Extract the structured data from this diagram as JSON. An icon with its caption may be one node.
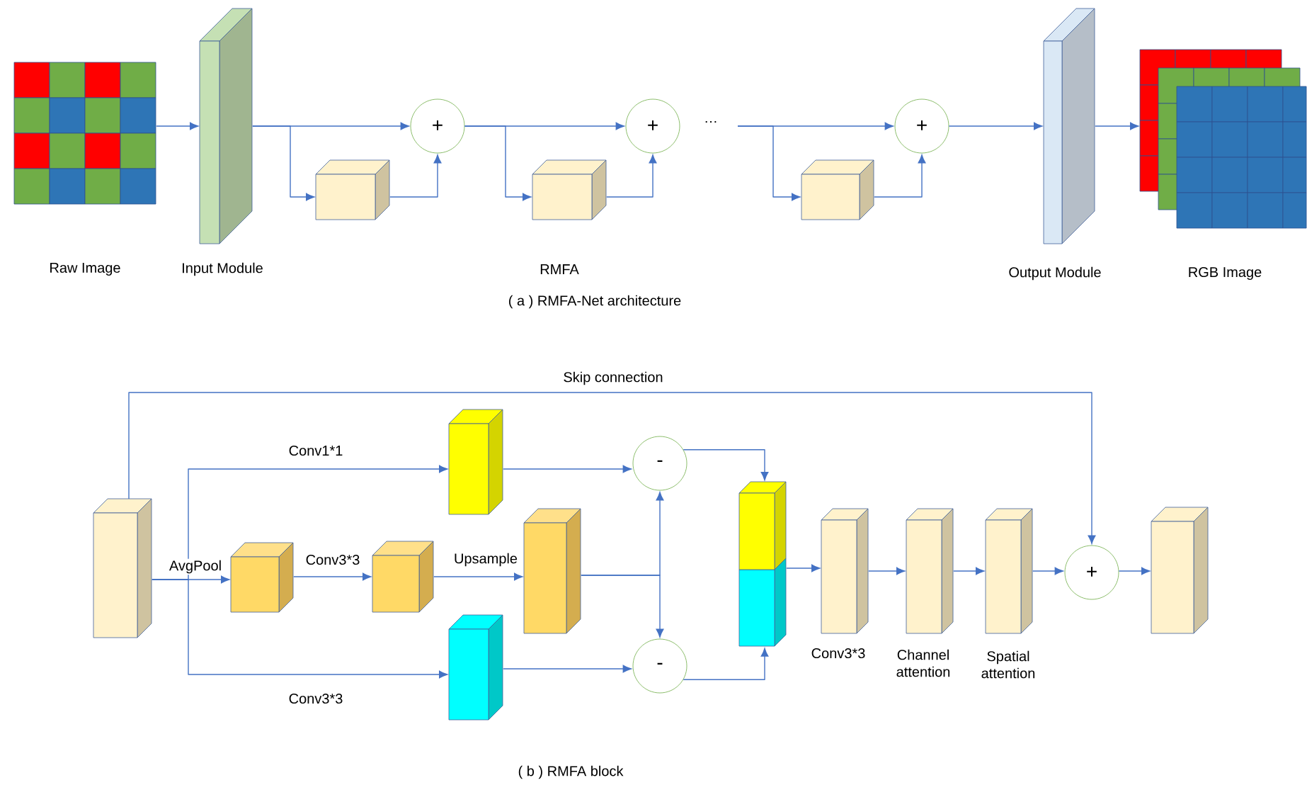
{
  "diagram": {
    "nodes": [
      {
        "text": [],
        "shape": "picture"
      },
      {
        "text": [],
        "shape": "box",
        "beside": [
          "Input Module"
        ]
      },
      {
        "text": [
          "+"
        ]
      },
      {
        "text": [],
        "shape": "box"
      },
      {
        "text": [
          "+"
        ]
      },
      {
        "text": [],
        "shape": "box"
      },
      {
        "text": [],
        "shape": "box"
      },
      {
        "text": [
          "+"
        ]
      },
      {
        "text": [],
        "shape": "box",
        "beside": [
          "Output Module"
        ]
      },
      {
        "text": [],
        "shape": "picture",
        "beside": [
          "RGB Image"
        ]
      },
      {
        "text": [],
        "shape": "box"
      },
      {
        "text": [],
        "shape": "box"
      },
      {
        "text": [],
        "shape": "box"
      },
      {
        "text": [],
        "shape": "box"
      },
      {
        "text": [],
        "shape": "box"
      },
      {
        "text": [],
        "shape": "box"
      },
      {
        "text": [
          "-"
        ]
      },
      {
        "text": [
          "-"
        ]
      },
      {
        "text": [],
        "shape": "box"
      },
      {
        "text": [],
        "shape": "box",
        "beside": [
          "Conv3*3"
        ]
      },
      {
        "text": [],
        "shape": "box",
        "beside": [
          "Channel attention"
        ]
      },
      {
        "text": [],
        "shape": "box",
        "beside": [
          "Spatial attention"
        ]
      },
      {
        "text": [
          "+"
        ]
      },
      {
        "text": [],
        "shape": "box"
      }
    ],
    "edges": [
      {
        "from": 0,
        "to": 1,
        "arrow": "to"
      },
      {
        "from": 1,
        "to": 2,
        "arrow": "to"
      },
      {
        "from": 1,
        "to": 3,
        "arrow": "to"
      },
      {
        "from": 3,
        "to": 2,
        "arrow": "to"
      },
      {
        "from": 2,
        "to": 4,
        "arrow": "to"
      },
      {
        "from": 2,
        "to": 5,
        "arrow": "to"
      },
      {
        "from": 5,
        "to": 4,
        "arrow": "to"
      },
      {
        "from": null,
        "to": 7,
        "arrow": "to"
      },
      {
        "from": null,
        "to": 6,
        "arrow": "to"
      },
      {
        "from": 6,
        "to": 7,
        "arrow": "to"
      },
      {
        "from": 7,
        "to": 8,
        "arrow": "to"
      },
      {
        "from": 8,
        "to": 9,
        "arrow": "to"
      },
      {
        "from": 10,
        "to": 22,
        "arrow": "to",
        "label": "Skip connection"
      },
      {
        "from": 10,
        "to": 11,
        "arrow": "to",
        "label": "AvgPool"
      },
      {
        "from": 10,
        "to": 13,
        "arrow": "to",
        "label": "Conv1*1"
      },
      {
        "from": 10,
        "to": 15,
        "arrow": "to",
        "label": "Conv3*3"
      },
      {
        "from": 11,
        "to": 12,
        "arrow": "to",
        "label": "Conv3*3"
      },
      {
        "from": 12,
        "to": 14,
        "arrow": "to",
        "label": "Upsample"
      },
      {
        "from": 13,
        "to": 16,
        "arrow": "to"
      },
      {
        "from": 15,
        "to": 17,
        "arrow": "to"
      },
      {
        "from": 14,
        "to": 16,
        "arrow": "to"
      },
      {
        "from": 14,
        "to": 17,
        "arrow": "to"
      },
      {
        "from": 16,
        "to": 18,
        "arrow": "to"
      },
      {
        "from": 17,
        "to": 18,
        "arrow": "to"
      },
      {
        "from": 18,
        "to": 19,
        "arrow": "to"
      },
      {
        "from": 19,
        "to": 20,
        "arrow": "to"
      },
      {
        "from": 20,
        "to": 21,
        "arrow": "to"
      },
      {
        "from": 21,
        "to": 22,
        "arrow": "to"
      },
      {
        "from": 22,
        "to": 23,
        "arrow": "to"
      }
    ],
    "labels": [
      "…",
      "Raw Image",
      "RMFA",
      "( a ) RMFA-Net architecture",
      "( b ) RMFA block"
    ]
  }
}
